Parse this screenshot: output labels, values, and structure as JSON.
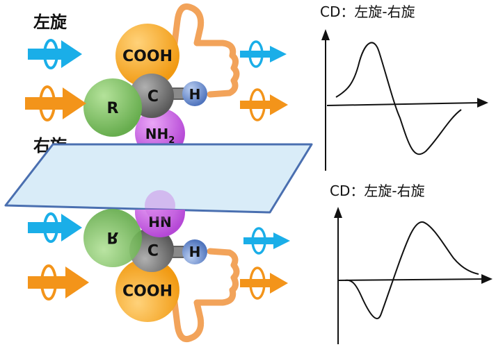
{
  "labels": {
    "left_rotation": "左旋",
    "right_rotation": "右旋"
  },
  "molecule": {
    "cooh": "COOH",
    "r": "R",
    "c": "C",
    "h": "H",
    "nh2_main": "NH",
    "nh2_sub": "2"
  },
  "cd_plots": [
    {
      "title": "CD：左旋-右旋"
    },
    {
      "title": "CD：左旋-右旋"
    }
  ],
  "colors": {
    "cyan_arrow": "#1aaee8",
    "orange_arrow": "#f3941a",
    "cooh_ball": "#f4a11c",
    "r_ball": "#7fbf66",
    "c_ball": "#7a7a7a",
    "h_ball": "#6d8fcf",
    "nh2_ball": "#c55fe0",
    "thumb": "#f2a35a",
    "mirror": "#d9ecf8",
    "mirror_edge": "#4a6fb0"
  }
}
